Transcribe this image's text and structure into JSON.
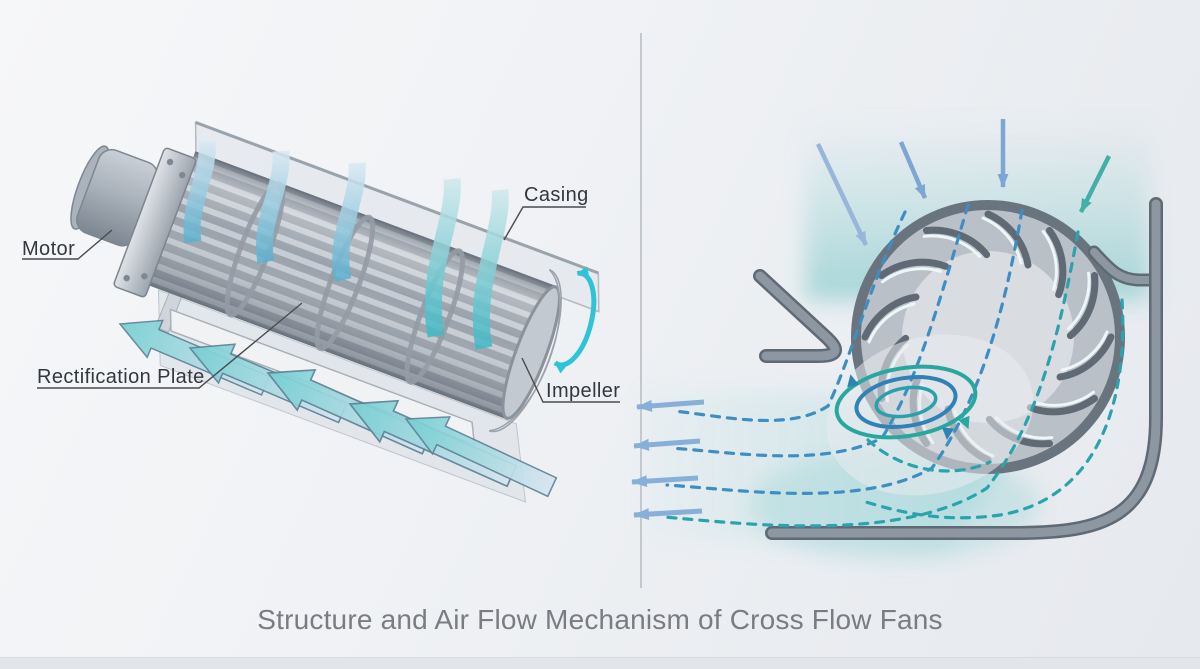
{
  "caption": "Structure and Air Flow Mechanism of Cross Flow Fans",
  "left_panel": {
    "description_implied": "3D cutaway illustration of a cross flow fan",
    "labels": {
      "motor": "Motor",
      "casing": "Casing",
      "rectification_plate": "Rectification Plate",
      "impeller": "Impeller"
    }
  },
  "right_panel": {
    "description_implied": "Cross-section air flow diagram of a cross flow fan"
  },
  "colors": {
    "inflow_blue": "#7ea6d2",
    "inflow_light_blue": "#97b6da",
    "inflow_teal": "#43b0a7",
    "outflow_arrow_blue": "#88afd8",
    "streamline_blue": "#3e8ec2",
    "streamline_teal": "#2aa3ad",
    "rotation_cyan": "#2ec3d6",
    "vortex_teal": "#28a79e",
    "vortex_blue": "#2f82b7",
    "casing_gray": "#7c8793",
    "metal_light": "#d9dde2",
    "label_text": "#33383e",
    "caption_text": "#797c80"
  }
}
